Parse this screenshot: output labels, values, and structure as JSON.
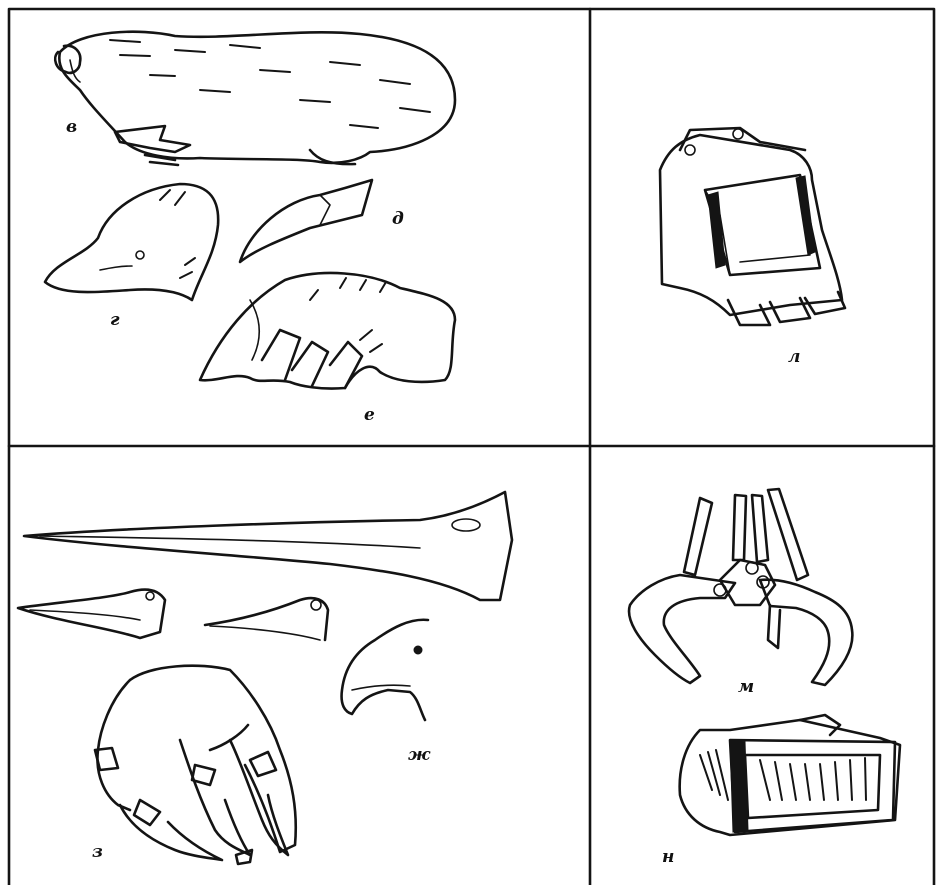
{
  "panels": {
    "top_left": {
      "labels": [
        "в",
        "г",
        "д",
        "е"
      ]
    },
    "top_right": {
      "labels": [
        "л"
      ]
    },
    "bottom_left": {
      "labels": [
        "ж",
        "з"
      ]
    },
    "bottom_right": {
      "labels": [
        "м",
        "н"
      ]
    }
  },
  "colors": {
    "ink": "#141414",
    "paper": "#ffffff"
  }
}
